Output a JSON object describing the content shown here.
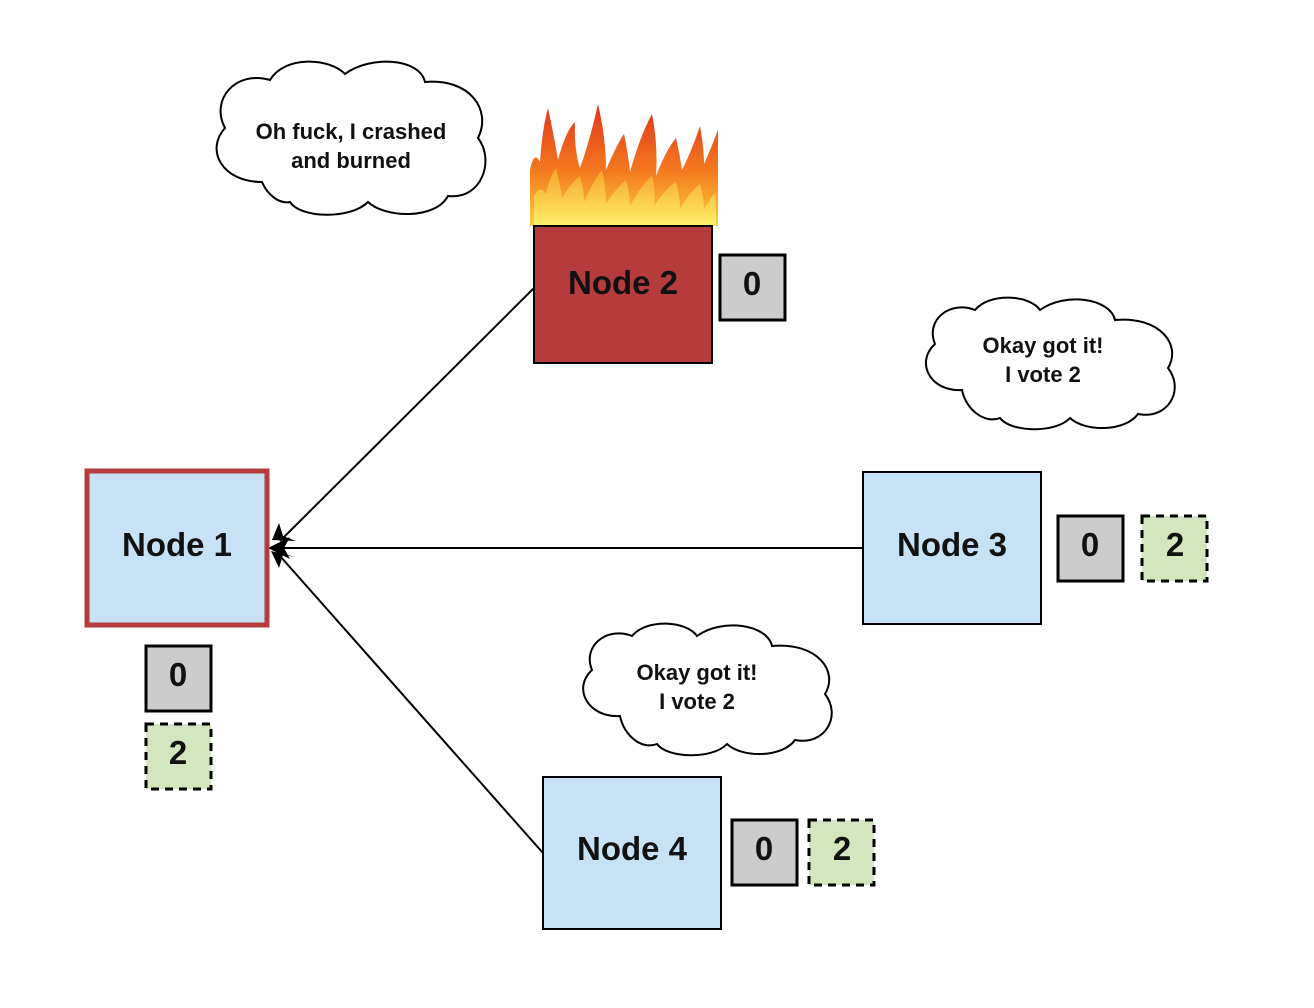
{
  "colors": {
    "node_fill": "#c8e2f5",
    "crashed_fill": "#b63b3d",
    "leader_border": "#b63b3d",
    "term_fill": "#cccccc",
    "vote_fill": "#d3e6be",
    "edge": "#000000"
  },
  "nodes": {
    "node1": {
      "label": "Node 1",
      "state": "leader-candidate"
    },
    "node2": {
      "label": "Node 2",
      "state": "crashed"
    },
    "node3": {
      "label": "Node 3",
      "state": "follower"
    },
    "node4": {
      "label": "Node 4",
      "state": "follower"
    }
  },
  "counters": {
    "node1_term": "0",
    "node1_vote": "2",
    "node2_term": "0",
    "node3_term": "0",
    "node3_vote": "2",
    "node4_term": "0",
    "node4_vote": "2"
  },
  "clouds": {
    "node2": {
      "line1": "Oh fuck, I crashed",
      "line2": "and burned"
    },
    "node3": {
      "line1": "Okay got it!",
      "line2": "I vote 2"
    },
    "node4": {
      "line1": "Okay got it!",
      "line2": "I vote 2"
    }
  },
  "icons": {
    "crash": "fire-icon",
    "edge_head": "arrowhead-icon"
  }
}
